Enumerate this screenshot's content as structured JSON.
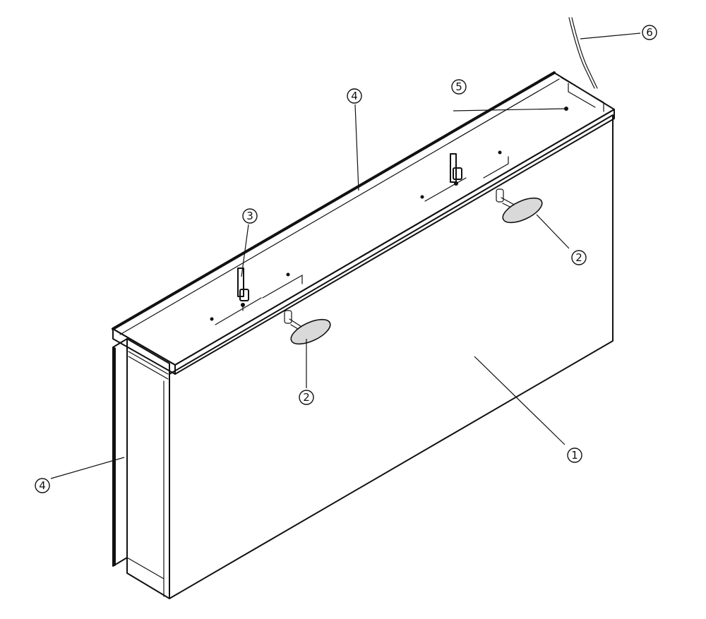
{
  "callouts": [
    {
      "id": "c1",
      "label": "1"
    },
    {
      "id": "c2a",
      "label": "2"
    },
    {
      "id": "c2b",
      "label": "2"
    },
    {
      "id": "c3",
      "label": "3"
    },
    {
      "id": "c4a",
      "label": "4"
    },
    {
      "id": "c4b",
      "label": "4"
    },
    {
      "id": "c5",
      "label": "5"
    },
    {
      "id": "c6",
      "label": "6"
    }
  ]
}
